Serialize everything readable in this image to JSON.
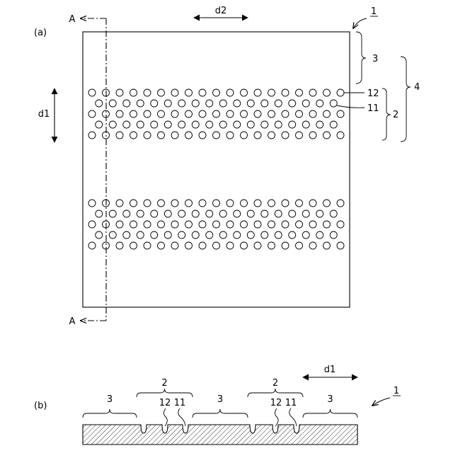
{
  "panel_a": {
    "label": "(a)",
    "ref_numeral": "1",
    "dim_top": "d2",
    "dim_left": "d1",
    "section_top": "A",
    "section_bottom": "A",
    "brace_3": "3",
    "brace_4": "4",
    "brace_2": "2",
    "leader_12": "12",
    "leader_11": "11"
  },
  "panel_b": {
    "label": "(b)",
    "ref_numeral": "1",
    "dim": "d1",
    "regions": [
      "3",
      "2",
      "3",
      "2",
      "3"
    ],
    "hole_groups": [
      {
        "first": "12",
        "second": "11"
      },
      {
        "first": "12",
        "second": "11"
      }
    ]
  }
}
